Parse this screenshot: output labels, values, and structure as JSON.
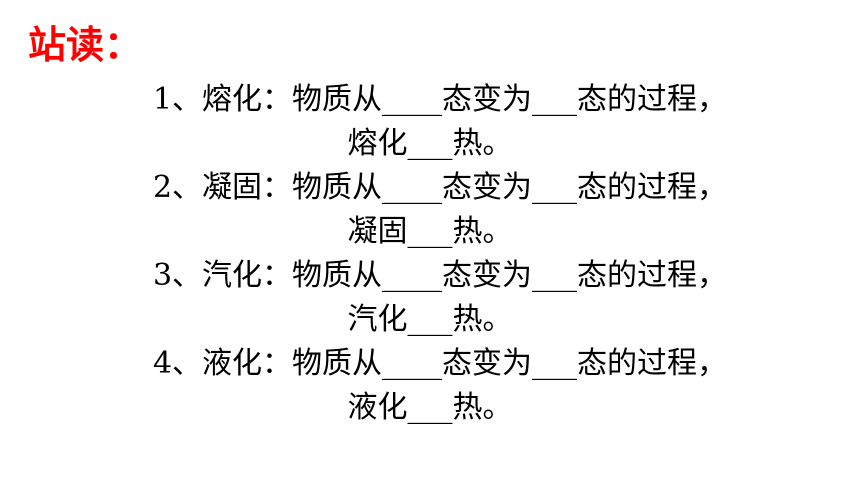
{
  "slide": {
    "heading": "站读：",
    "heading_color": "#ff0000",
    "lines": [
      "1、熔化：物质从____态变为___态的过程，",
      "熔化___热。",
      "2、凝固：物质从____态变为___态的过程，",
      "凝固___热。",
      "3、汽化：物质从____态变为___态的过程，",
      "汽化___热。",
      "4、液化：物质从____态变为___态的过程，",
      "液化___热。"
    ]
  }
}
